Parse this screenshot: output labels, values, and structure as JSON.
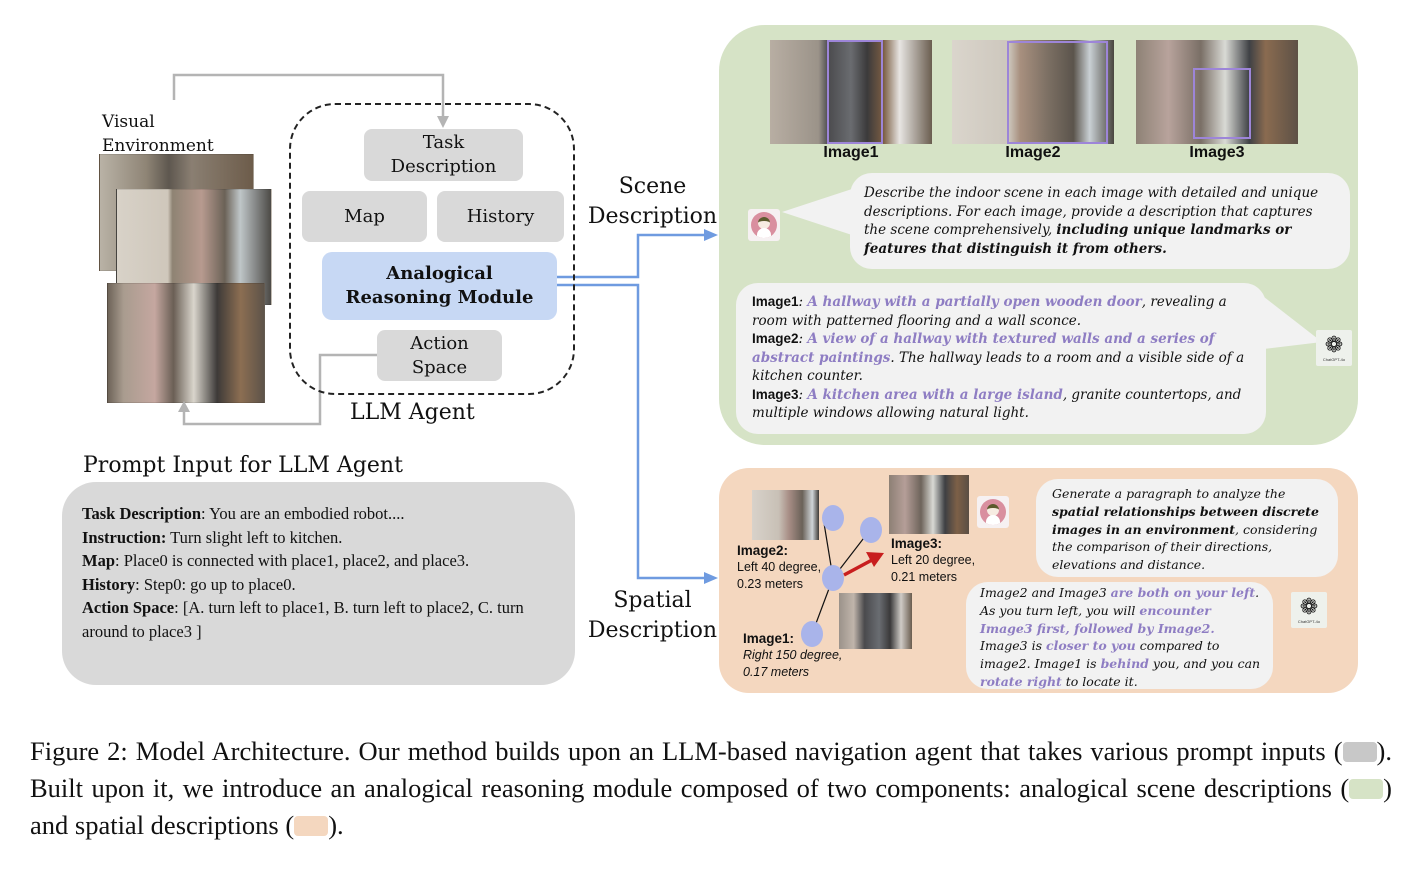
{
  "figure": {
    "llm_agent": {
      "visual_environment_label": [
        "Visual",
        "Environment"
      ],
      "modules": {
        "task_description": [
          "Task",
          "Description"
        ],
        "map": "Map",
        "history": "History",
        "analogical_reasoning": [
          "Analogical",
          "Reasoning Module"
        ],
        "action_space": [
          "Action",
          "Space"
        ]
      },
      "agent_label": "LLM Agent"
    },
    "prompt_input": {
      "title": "Prompt Input for LLM Agent",
      "lines": [
        {
          "key": "Task Description",
          "sep": ":",
          "text": " You are an embodied robot...."
        },
        {
          "key": "Instruction:",
          "sep": "",
          "text": " Turn slight left to kitchen."
        },
        {
          "key": "Map",
          "sep": ":",
          "text": " Place0 is connected with place1, place2, and place3."
        },
        {
          "key": "History",
          "sep": ":",
          "text": " Step0: go up to place0."
        },
        {
          "key": "Action Space",
          "sep": ":",
          "text": " [A. turn left to place1, B. turn left to place2, C. turn around to place3 ]"
        }
      ]
    },
    "flows": {
      "scene": [
        "Scene",
        "Description"
      ],
      "spatial": [
        "Spatial",
        "Description"
      ]
    },
    "scene_panel": {
      "images": [
        "Image1",
        "Image2",
        "Image3"
      ],
      "user_prompt": {
        "plain": "Describe the indoor scene in each image with detailed and unique descriptions. For each image, provide a description that captures the scene comprehensively, ",
        "bold": "including unique landmarks or features that distinguish it from others."
      },
      "gpt_response": [
        {
          "label": "Image1",
          "highlight": "A hallway with a partially open wooden door",
          "rest": ", revealing a room with patterned flooring and a wall sconce."
        },
        {
          "label": "Image2",
          "highlight": "A view of a hallway with textured walls and a series of abstract paintings",
          "rest": ". The hallway leads to a room and a visible side of a kitchen counter."
        },
        {
          "label": "Image3",
          "highlight": "A kitchen area with a large island",
          "rest": ", granite countertops, and multiple windows allowing natural light."
        }
      ],
      "gpt_icon_caption": "ChatGPT-4o"
    },
    "spatial_panel": {
      "nodes": [
        {
          "label": "Image2:",
          "line1": "Left 40 degree,",
          "line2": "0.23 meters"
        },
        {
          "label": "Image3:",
          "line1": "Left 20 degree,",
          "line2": "0.21 meters"
        },
        {
          "label": "Image1:",
          "line1": "Right 150 degree,",
          "line2": "0.17 meters"
        }
      ],
      "user_prompt": {
        "p1": "Generate a paragraph to analyze the ",
        "bold": "spatial relationships between discrete images in an environment",
        "p2": ", considering the comparison of their directions, elevations and distance."
      },
      "gpt_response": [
        {
          "t": "Image2 and Image3 ",
          "h": false
        },
        {
          "t": "are both on your left",
          "h": true
        },
        {
          "t": ". As you turn left, you will ",
          "h": false
        },
        {
          "t": "encounter Image3 first, followed by Image2.",
          "h": true
        },
        {
          "t": " Image3  is ",
          "h": false
        },
        {
          "t": "closer to you",
          "h": true
        },
        {
          "t": " compared to image2. Image1 is ",
          "h": false
        },
        {
          "t": "behind",
          "h": true
        },
        {
          "t": " you, and you can ",
          "h": false
        },
        {
          "t": "rotate right",
          "h": true
        },
        {
          "t": " to locate it.",
          "h": false
        }
      ],
      "gpt_icon_caption": "ChatGPT-4o"
    },
    "caption": {
      "part1": "Figure 2: Model Architecture. Our method builds upon an LLM-based navigation agent that takes various prompt inputs (",
      "part2": "). Built upon it, we introduce an analogical reasoning module composed of two components: analogical scene descriptions (",
      "part3": ") and spatial descriptions (",
      "part4": ")."
    },
    "colors": {
      "prompt_gray": "#d9d9d9",
      "scene_green": "#d6e3c6",
      "spatial_orange": "#f4d7bf",
      "module_blue": "#c7d8f4",
      "arrow_blue": "#6f9be0",
      "highlight_purple": "#8e7dc3",
      "bbox_purple": "#9d85d8",
      "direction_arrow_red": "#c81e1e"
    }
  }
}
